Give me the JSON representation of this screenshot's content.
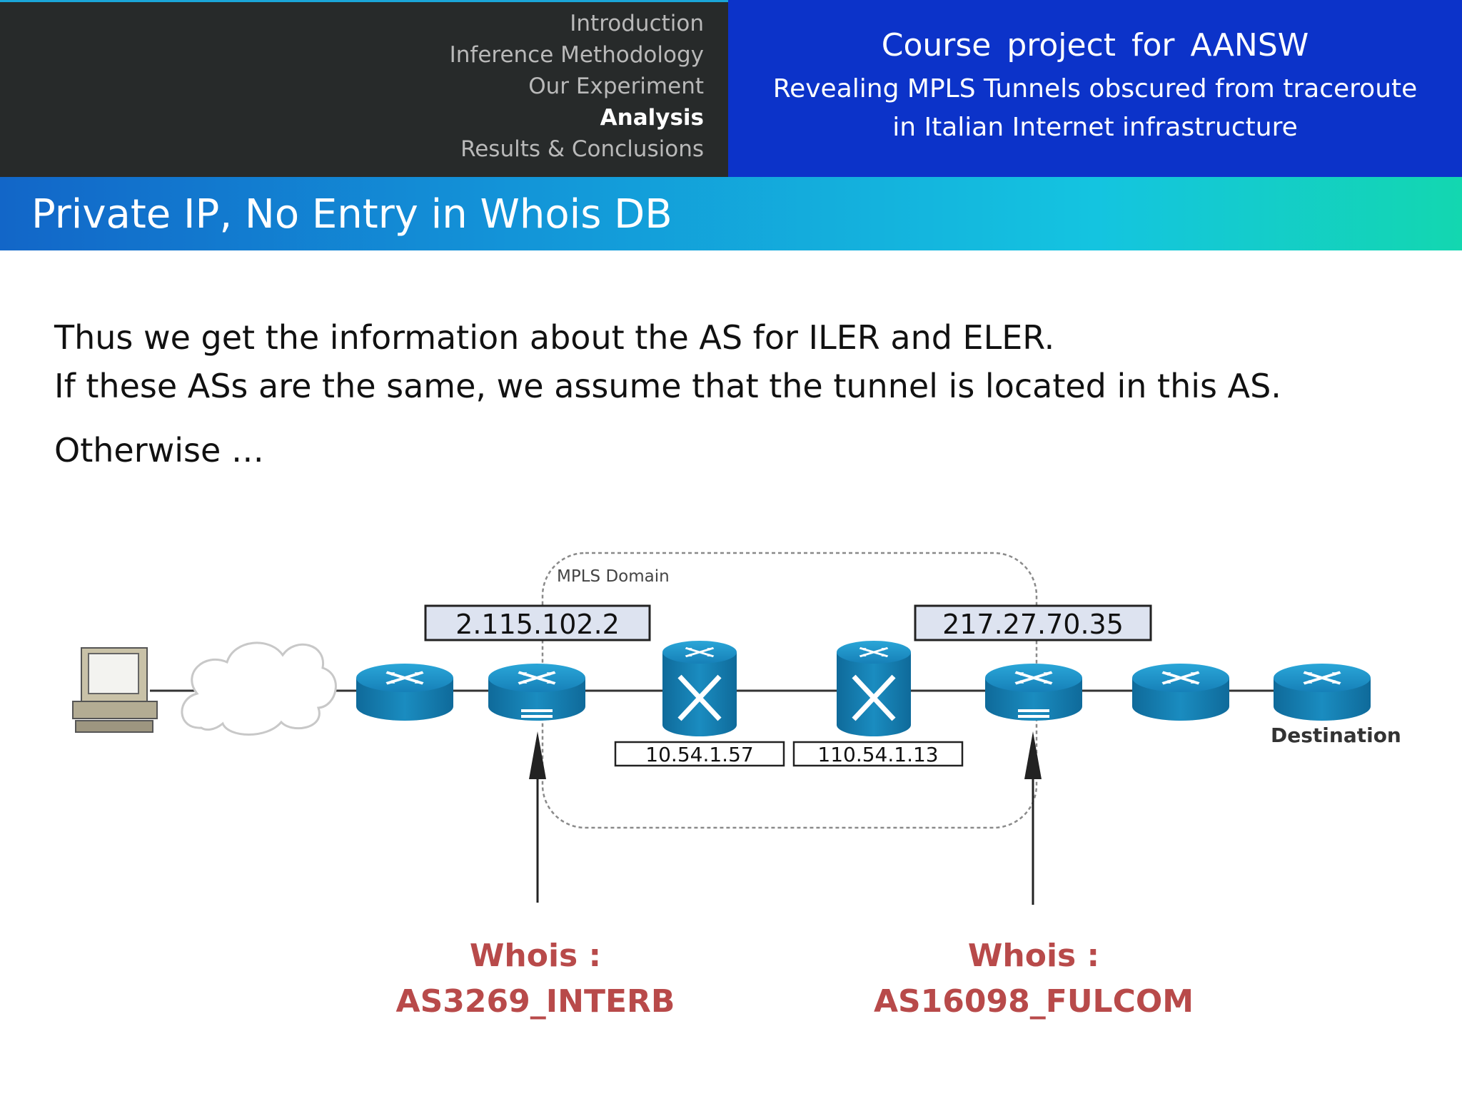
{
  "nav": {
    "items": [
      "Introduction",
      "Inference Methodology",
      "Our Experiment",
      "Analysis",
      "Results & Conclusions"
    ],
    "active": "Analysis"
  },
  "course": {
    "line1": "Course  project  for  AANSW",
    "line2": "Revealing MPLS Tunnels obscured from traceroute",
    "line3": "in Italian Internet infrastructure"
  },
  "slide": {
    "title": "Private IP, No Entry in Whois DB",
    "line1": "Thus we get the information about the AS for ILER and ELER.",
    "line2": "If these ASs are the same,  we assume that the tunnel is located in this AS.",
    "line3": "Otherwise …"
  },
  "diagram": {
    "domain_label": "MPLS Domain",
    "ip_iler": "2.115.102.2",
    "ip_eler": "217.27.70.35",
    "ip_lsr1": "10.54.1.57",
    "ip_lsr2": "110.54.1.13",
    "destination_label": "Destination",
    "whois_left_title": "Whois :",
    "whois_left_as": "AS3269_INTERB",
    "whois_right_title": "Whois :",
    "whois_right_as": "AS16098_FULCOM"
  },
  "colors": {
    "nav_bg": "#272a2a",
    "course_bg": "#0c33c9",
    "router_blue": "#1a8cc0",
    "whois_red": "#b84a4a"
  }
}
